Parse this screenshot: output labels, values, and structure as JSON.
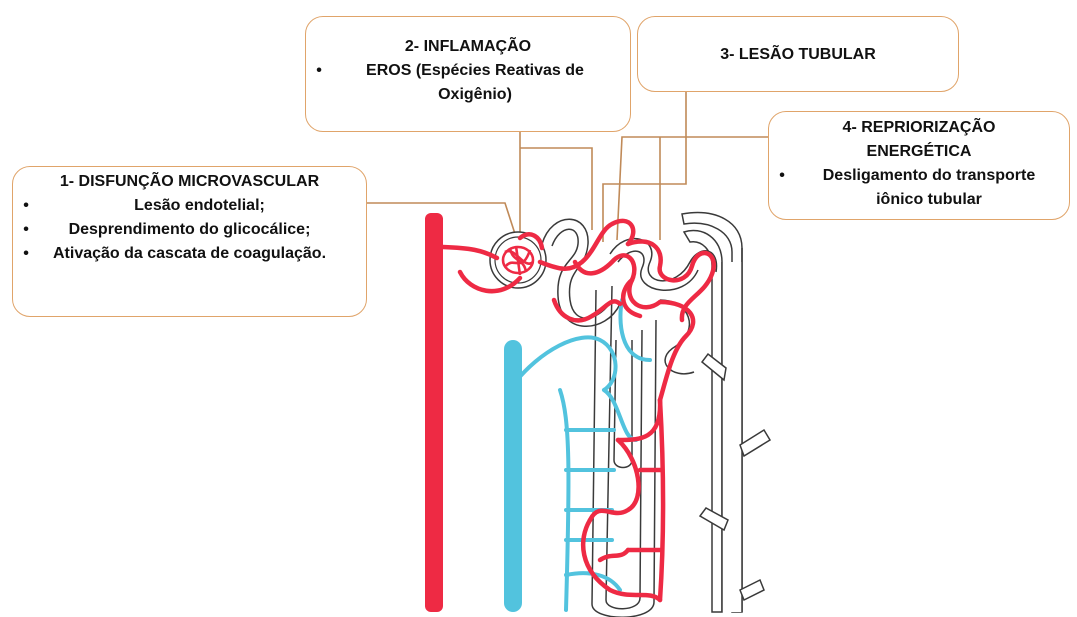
{
  "colors": {
    "artery_red": "#ee2a44",
    "vein_blue": "#52c3de",
    "tubule_outline": "#3a3a3a",
    "connector_line": "#c08a58",
    "callout_border": "#e0a46a"
  },
  "callouts": {
    "microvascular": {
      "title": "1- DISFUNÇÃO MICROVASCULAR",
      "items": [
        "Lesão endotelial;",
        "Desprendimento do glicocálice;",
        "Ativação da cascata de coagulação."
      ]
    },
    "inflammation": {
      "title": "2- INFLAMAÇÃO",
      "items": [
        "EROS (Espécies Reativas de Oxigênio)"
      ]
    },
    "tubular": {
      "title": "3- LESÃO TUBULAR"
    },
    "energetic": {
      "title": "4- REPRIORIZAÇÃO ENERGÉTICA",
      "items": [
        "Desligamento do transporte iônico tubular"
      ]
    }
  }
}
